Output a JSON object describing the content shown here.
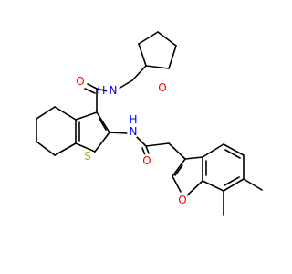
{
  "molecule": {
    "atom_labels": [
      {
        "id": "amide-o",
        "text": "O"
      },
      {
        "id": "amide-nh",
        "text": "N"
      },
      {
        "id": "amide-h",
        "text": "H"
      },
      {
        "id": "thf-o",
        "text": "O"
      },
      {
        "id": "thio-s",
        "text": "S"
      },
      {
        "id": "link-n",
        "text": "N"
      },
      {
        "id": "link-h",
        "text": "H"
      },
      {
        "id": "acyl-o",
        "text": "O"
      },
      {
        "id": "furan-o",
        "text": "O"
      }
    ],
    "colors": {
      "bond": "#000000",
      "oxygen": "#ff0000",
      "nitrogen": "#0000ff",
      "sulfur": "#b5a600"
    }
  }
}
